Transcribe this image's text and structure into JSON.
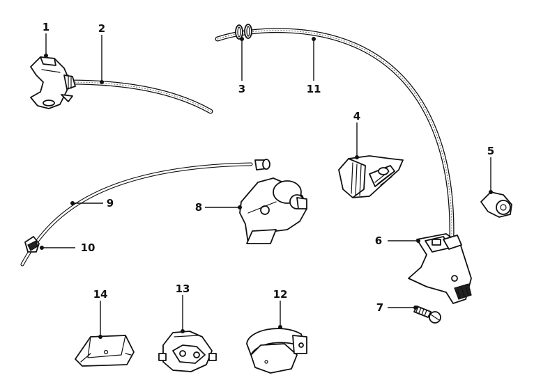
{
  "diagram": {
    "callouts": [
      {
        "id": "1",
        "label": "1"
      },
      {
        "id": "2",
        "label": "2"
      },
      {
        "id": "3",
        "label": "3"
      },
      {
        "id": "4",
        "label": "4"
      },
      {
        "id": "5",
        "label": "5"
      },
      {
        "id": "6",
        "label": "6"
      },
      {
        "id": "7",
        "label": "7"
      },
      {
        "id": "8",
        "label": "8"
      },
      {
        "id": "9",
        "label": "9"
      },
      {
        "id": "10",
        "label": "10"
      },
      {
        "id": "11",
        "label": "11"
      },
      {
        "id": "12",
        "label": "12"
      },
      {
        "id": "13",
        "label": "13"
      },
      {
        "id": "14",
        "label": "14"
      }
    ],
    "colors": {
      "ink": "#111111",
      "background": "#ffffff"
    }
  }
}
